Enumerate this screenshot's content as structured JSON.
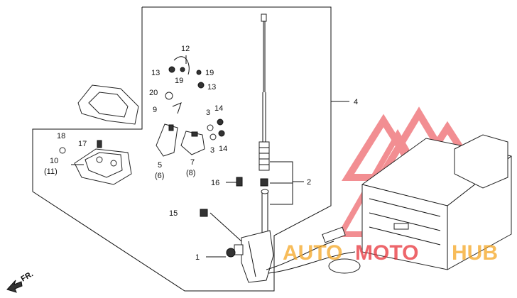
{
  "callouts": [
    {
      "id": "1",
      "text": "1"
    },
    {
      "id": "2",
      "text": "2"
    },
    {
      "id": "3a",
      "text": "3"
    },
    {
      "id": "3b",
      "text": "3"
    },
    {
      "id": "4",
      "text": "4"
    },
    {
      "id": "5",
      "text": "5"
    },
    {
      "id": "6",
      "text": "(6)"
    },
    {
      "id": "7",
      "text": "7"
    },
    {
      "id": "8",
      "text": "(8)"
    },
    {
      "id": "9",
      "text": "9"
    },
    {
      "id": "10",
      "text": "10"
    },
    {
      "id": "11",
      "text": "(11)"
    },
    {
      "id": "12",
      "text": "12"
    },
    {
      "id": "13a",
      "text": "13"
    },
    {
      "id": "13b",
      "text": "13"
    },
    {
      "id": "14a",
      "text": "14"
    },
    {
      "id": "14b",
      "text": "14"
    },
    {
      "id": "15",
      "text": "15"
    },
    {
      "id": "16",
      "text": "16"
    },
    {
      "id": "17",
      "text": "17"
    },
    {
      "id": "18",
      "text": "18"
    },
    {
      "id": "19a",
      "text": "19"
    },
    {
      "id": "19b",
      "text": "19"
    },
    {
      "id": "20",
      "text": "20"
    }
  ],
  "direction_label": "FR.",
  "watermark": {
    "auto": "AUTO",
    "moto": "MOTO",
    "hub": "HUB",
    "orange": "#f5a623",
    "red": "#e8333a"
  }
}
